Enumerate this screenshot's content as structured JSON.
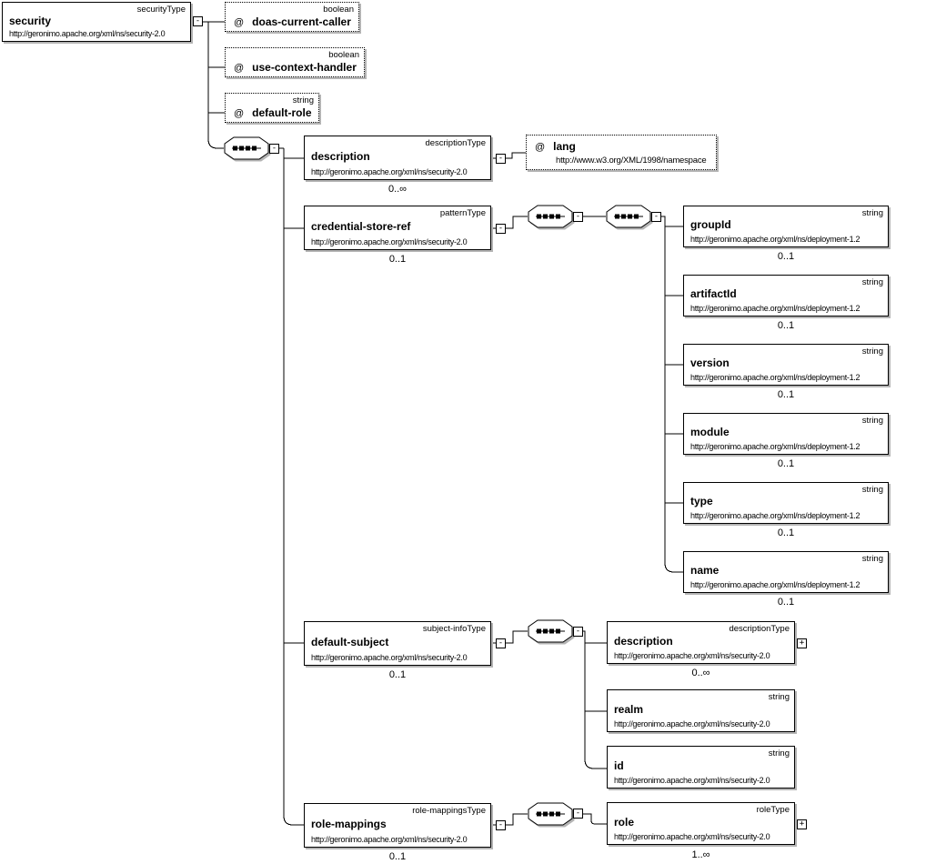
{
  "glyphs": {
    "at": "@",
    "minus": "-",
    "plus": "+"
  },
  "namespaces": {
    "security": "http://geronimo.apache.org/xml/ns/security-2.0",
    "deployment": "http://geronimo.apache.org/xml/ns/deployment-1.2",
    "xml": "http://www.w3.org/XML/1998/namespace"
  },
  "nodes": {
    "security": {
      "name": "security",
      "type": "securityType",
      "ns": "http://geronimo.apache.org/xml/ns/security-2.0"
    },
    "attr_doas": {
      "name": "doas-current-caller",
      "type": "boolean"
    },
    "attr_use_context": {
      "name": "use-context-handler",
      "type": "boolean"
    },
    "attr_default_role": {
      "name": "default-role",
      "type": "string"
    },
    "description_1": {
      "name": "description",
      "type": "descriptionType",
      "ns": "http://geronimo.apache.org/xml/ns/security-2.0",
      "occurs": "0..∞"
    },
    "attr_lang": {
      "name": "lang",
      "ns": "http://www.w3.org/XML/1998/namespace"
    },
    "credential_store_ref": {
      "name": "credential-store-ref",
      "type": "patternType",
      "ns": "http://geronimo.apache.org/xml/ns/security-2.0",
      "occurs": "0..1"
    },
    "group_id": {
      "name": "groupId",
      "type": "string",
      "ns": "http://geronimo.apache.org/xml/ns/deployment-1.2",
      "occurs": "0..1"
    },
    "artifact_id": {
      "name": "artifactId",
      "type": "string",
      "ns": "http://geronimo.apache.org/xml/ns/deployment-1.2",
      "occurs": "0..1"
    },
    "version": {
      "name": "version",
      "type": "string",
      "ns": "http://geronimo.apache.org/xml/ns/deployment-1.2",
      "occurs": "0..1"
    },
    "module": {
      "name": "module",
      "type": "string",
      "ns": "http://geronimo.apache.org/xml/ns/deployment-1.2",
      "occurs": "0..1"
    },
    "type_el": {
      "name": "type",
      "type": "string",
      "ns": "http://geronimo.apache.org/xml/ns/deployment-1.2",
      "occurs": "0..1"
    },
    "name_el": {
      "name": "name",
      "type": "string",
      "ns": "http://geronimo.apache.org/xml/ns/deployment-1.2",
      "occurs": "0..1"
    },
    "default_subject": {
      "name": "default-subject",
      "type": "subject-infoType",
      "ns": "http://geronimo.apache.org/xml/ns/security-2.0",
      "occurs": "0..1"
    },
    "description_2": {
      "name": "description",
      "type": "descriptionType",
      "ns": "http://geronimo.apache.org/xml/ns/security-2.0",
      "occurs": "0..∞"
    },
    "realm": {
      "name": "realm",
      "type": "string",
      "ns": "http://geronimo.apache.org/xml/ns/security-2.0"
    },
    "id_el": {
      "name": "id",
      "type": "string",
      "ns": "http://geronimo.apache.org/xml/ns/security-2.0"
    },
    "role_mappings": {
      "name": "role-mappings",
      "type": "role-mappingsType",
      "ns": "http://geronimo.apache.org/xml/ns/security-2.0",
      "occurs": "0..1"
    },
    "role": {
      "name": "role",
      "type": "roleType",
      "ns": "http://geronimo.apache.org/xml/ns/security-2.0",
      "occurs": "1..∞"
    }
  }
}
